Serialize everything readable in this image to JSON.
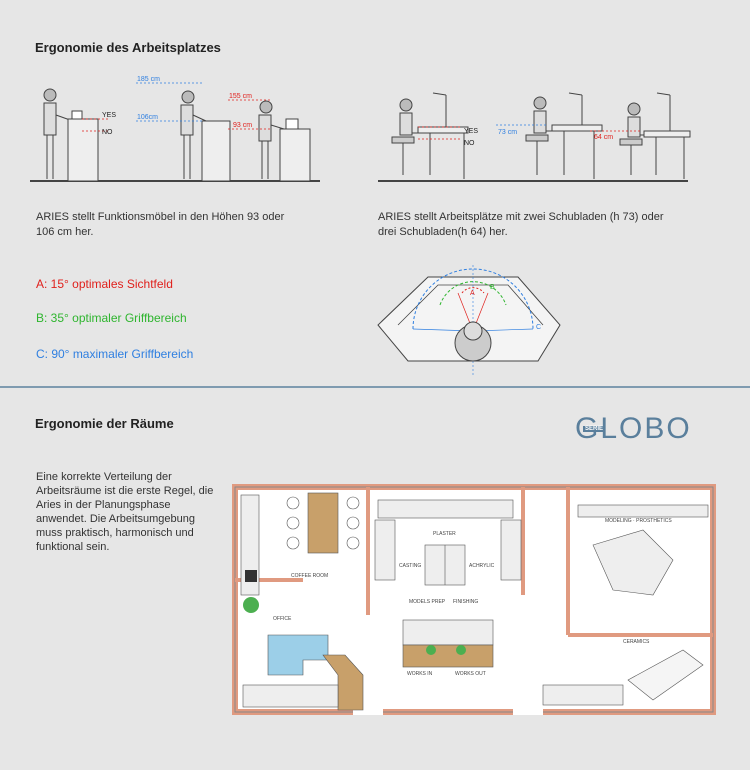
{
  "section1": {
    "title": "Ergonomie des Arbeitsplatzes",
    "caption_left": "ARIES stellt Funktionsmöbel in den Höhen 93 oder 106 cm her.",
    "caption_right": "ARIES stellt Arbeitsplätze mit zwei Schubladen (h 73) oder drei Schubladen(h 64) her.",
    "fig_left_labels": {
      "yes": "YES",
      "no": "NO",
      "h185": "185 cm",
      "h106": "106cm",
      "h155": "155 cm",
      "h93": "93 cm"
    },
    "fig_right_labels": {
      "yes": "YES",
      "no": "NO",
      "h73": "73 cm",
      "h64": "64 cm"
    },
    "legend": [
      {
        "text": "A: 15° optimales Sichtfeld",
        "color": "#e0201c"
      },
      {
        "text": "B: 35° optimaler Griffbereich",
        "color": "#2fb52f"
      },
      {
        "text": "C: 90° maximaler Griffbereich",
        "color": "#2f7fe0"
      }
    ],
    "angle_labels": {
      "a": "A",
      "b": "B",
      "c": "C"
    }
  },
  "section2": {
    "title": "Ergonomie der Räume",
    "logo_main": "GLOBO",
    "logo_small": "SERIE",
    "paragraph": "Eine korrekte Verteilung der Arbeitsräume ist die erste Regel, die Aries in der Planungsphase anwendet. Die Arbeitsumgebung muss praktisch, harmonisch und funktional sein.",
    "rooms": {
      "coffee": "COFFEE ROOM",
      "office": "OFFICE",
      "plaster": "PLASTER",
      "casting": "CASTING",
      "achrylic": "ACHRYLIC",
      "models": "MODELS PREP",
      "finishing": "FINISHING",
      "works_in": "WORKS IN",
      "works_out": "WORKS OUT",
      "modeling": "MODELING · PROSTHETICS",
      "ceramics": "CERAMICS"
    }
  },
  "colors": {
    "background": "#e6e6e6",
    "divider": "#7f9bb0",
    "wall": "#f1c9b4",
    "wood": "#c8a06a",
    "glass": "#9ccfe8"
  }
}
